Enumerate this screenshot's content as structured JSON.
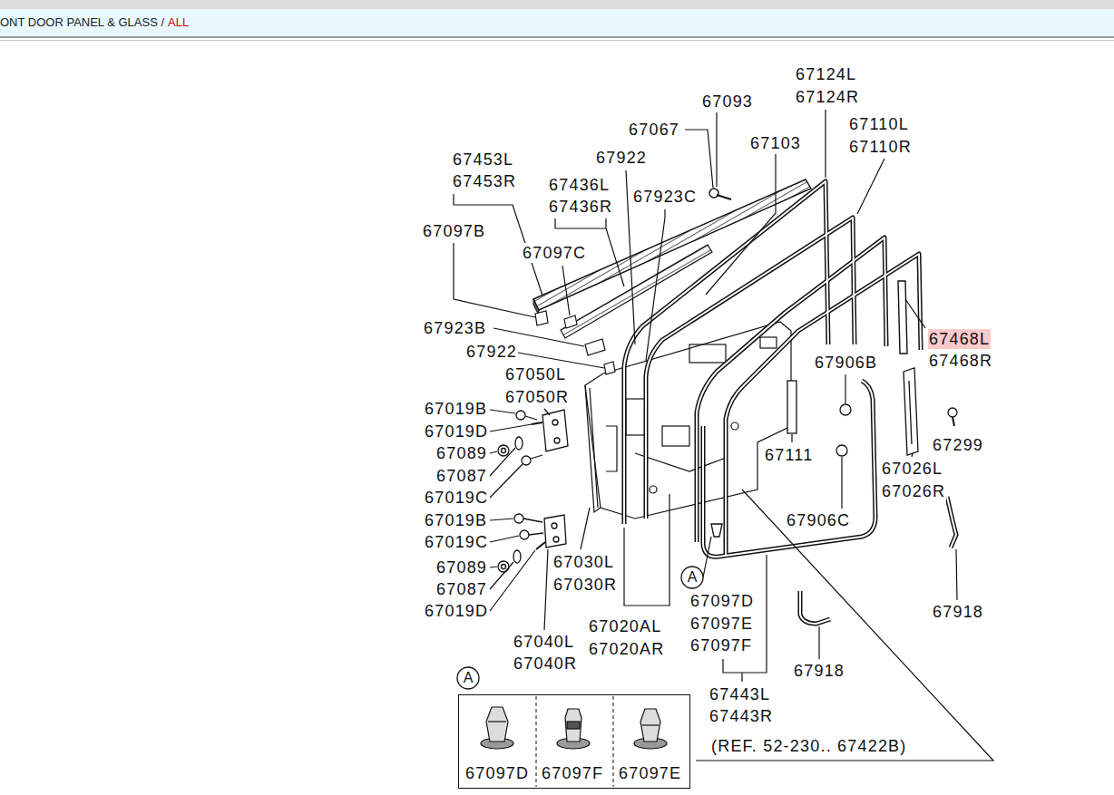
{
  "diagram": {
    "nodes": [
      {
        "text": [
          "A"
        ]
      },
      {
        "text": [
          "67097D",
          "67097F",
          "67097E"
        ]
      },
      {
        "text": [
          "A"
        ]
      }
    ],
    "labels": [
      "ONT DOOR PANEL & GLASS /",
      "ALL",
      "67124L",
      "67124R",
      "67093",
      "67110L",
      "67110R",
      "67067",
      "67103",
      "67453L",
      "67453R",
      "67922",
      "67436L",
      "67436R",
      "67923C",
      "67097B",
      "67097C",
      "67923B",
      "67468L",
      "67468R",
      "67922",
      "67906B",
      "67050L",
      "67050R",
      "67019B",
      "67019D",
      "67299",
      "67089",
      "67111",
      "67087",
      "67026L",
      "67026R",
      "67019C",
      "67906C",
      "67019B",
      "67019C",
      "67030L",
      "67030R",
      "67089",
      "67087",
      "67097D",
      "67097E",
      "67097F",
      "67019D",
      "67918",
      "67020AL",
      "67020AR",
      "67040L",
      "67040R",
      "67918",
      "67443L",
      "67443R",
      "(REF. 52-230.. 67422B)"
    ]
  }
}
